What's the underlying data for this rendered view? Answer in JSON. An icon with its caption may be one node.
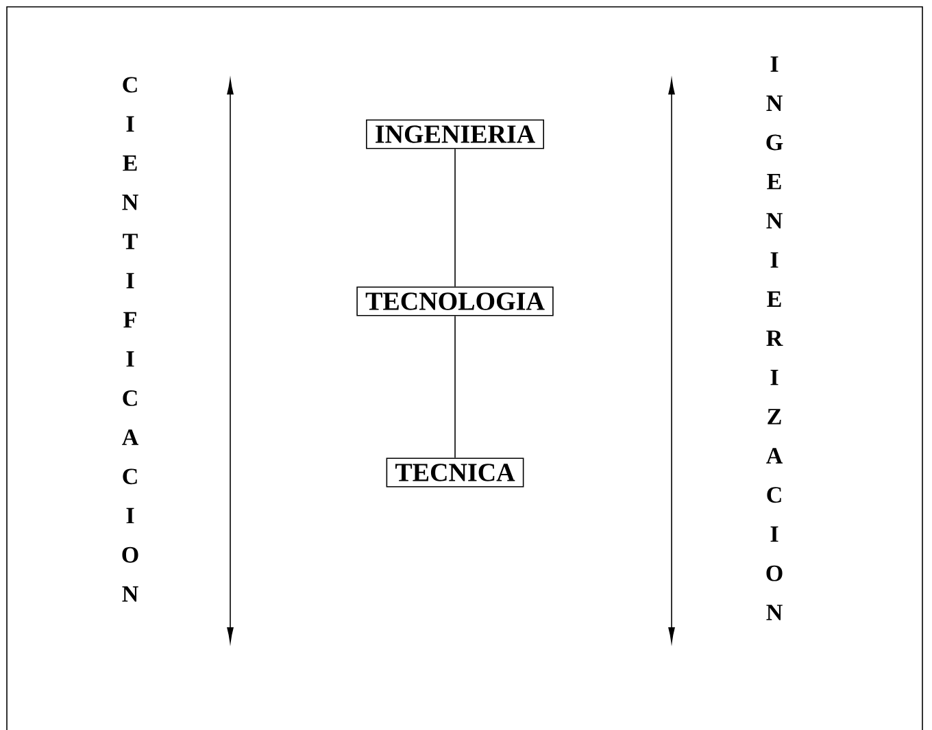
{
  "diagram": {
    "nodes": [
      {
        "text": [
          "INGENIERIA"
        ]
      },
      {
        "text": [
          "TECNOLOGIA"
        ]
      },
      {
        "text": [
          "TECNICA"
        ]
      }
    ],
    "edges": [
      {
        "from": 0,
        "to": 1,
        "arrow": "none"
      },
      {
        "from": 1,
        "to": 2,
        "arrow": "none"
      }
    ],
    "labels": [
      "CIENTIFICACION",
      "INGENIERIZACION"
    ]
  }
}
